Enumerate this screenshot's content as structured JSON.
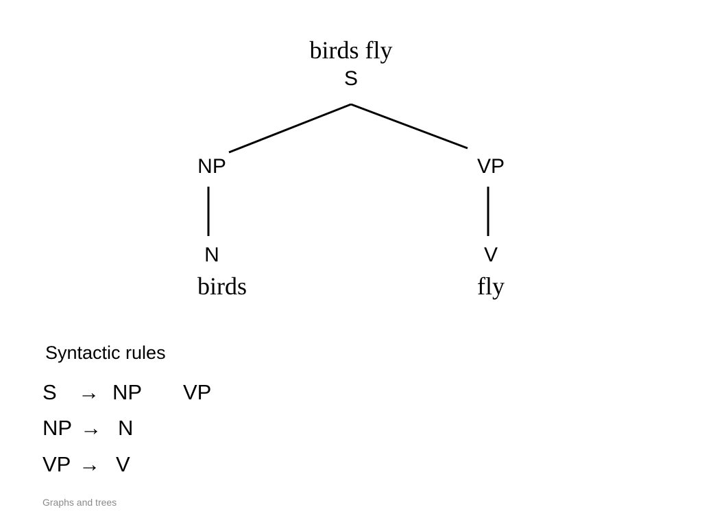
{
  "tree": {
    "root": {
      "words": "birds fly",
      "label": "S"
    },
    "left": {
      "phrase": "NP",
      "category": "N",
      "word": "birds"
    },
    "right": {
      "phrase": "VP",
      "category": "V",
      "word": "fly"
    }
  },
  "rules": {
    "heading": "Syntactic rules",
    "items": [
      {
        "lhs": "S",
        "arrow": "→",
        "rhs1": "NP",
        "rhs2": "VP"
      },
      {
        "lhs": "NP",
        "arrow": "→",
        "rhs1": "N"
      },
      {
        "lhs": "VP",
        "arrow": "→",
        "rhs1": "V"
      }
    ]
  },
  "footer": {
    "text": "Graphs and trees"
  }
}
